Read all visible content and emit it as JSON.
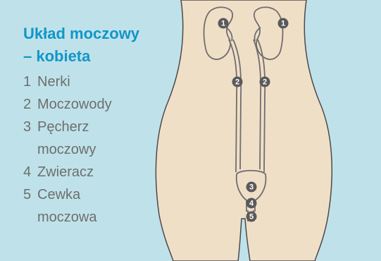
{
  "title_lines": [
    "Układ moczowy",
    "– kobieta"
  ],
  "legend": [
    {
      "number": "1",
      "label": "Nerki"
    },
    {
      "number": "2",
      "label": "Moczowody"
    },
    {
      "number": "3",
      "label": "Pęcherz moczowy"
    },
    {
      "number": "4",
      "label": "Zwieracz"
    },
    {
      "number": "5",
      "label": "Cewka moczowa"
    }
  ],
  "markers": {
    "kidney_left": "1",
    "kidney_right": "1",
    "ureter_left": "2",
    "ureter_right": "2",
    "bladder": "3",
    "sphincter": "4",
    "urethra": "5"
  },
  "colors": {
    "background": "#bfe2ea",
    "skin": "#f0dfc7",
    "outline": "#4a4a4a",
    "organ_outline": "#6e6e6e",
    "marker": "#5a5a5a",
    "title": "#1296c8",
    "legend_text": "#6e6e6e"
  }
}
